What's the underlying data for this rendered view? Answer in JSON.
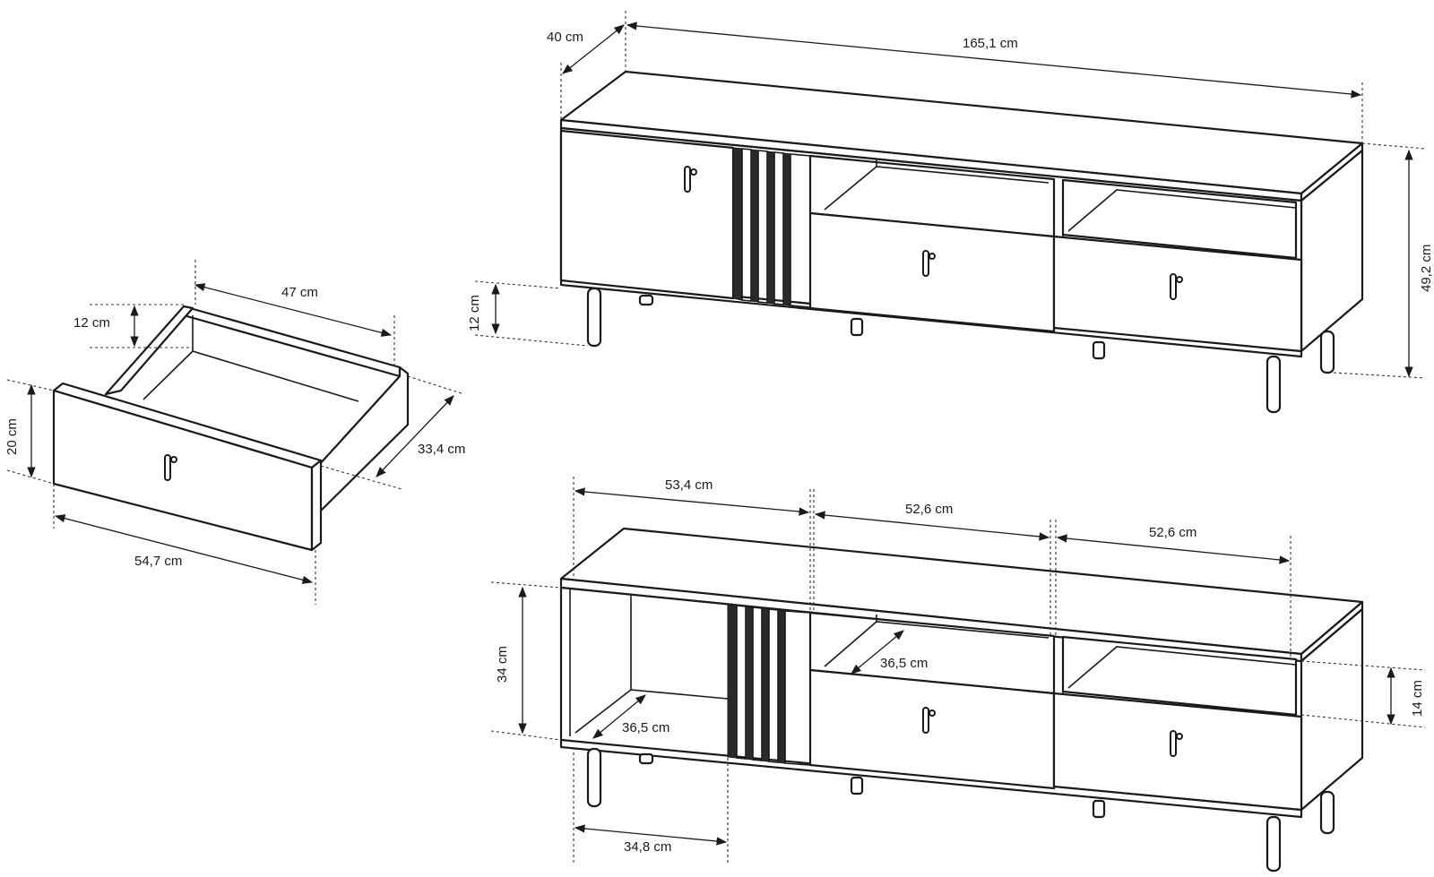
{
  "dimensions": {
    "drawer": {
      "width_top": "47 cm",
      "inner_height": "12 cm",
      "front_height": "20 cm",
      "depth": "33,4 cm",
      "front_width": "54,7 cm"
    },
    "cabinet_top": {
      "depth": "40 cm",
      "total_width": "165,1 cm",
      "total_height": "49,2 cm",
      "leg_height": "12 cm"
    },
    "cabinet_bottom": {
      "section_left": "53,4 cm",
      "section_middle": "52,6 cm",
      "section_right": "52,6 cm",
      "inner_height": "34 cm",
      "shelf_depth_middle": "36,5 cm",
      "shelf_depth_left": "36,5 cm",
      "niche_height": "14 cm",
      "open_width": "34,8 cm"
    }
  },
  "colors": {
    "line": "#1a1a1a",
    "background": "#ffffff"
  }
}
